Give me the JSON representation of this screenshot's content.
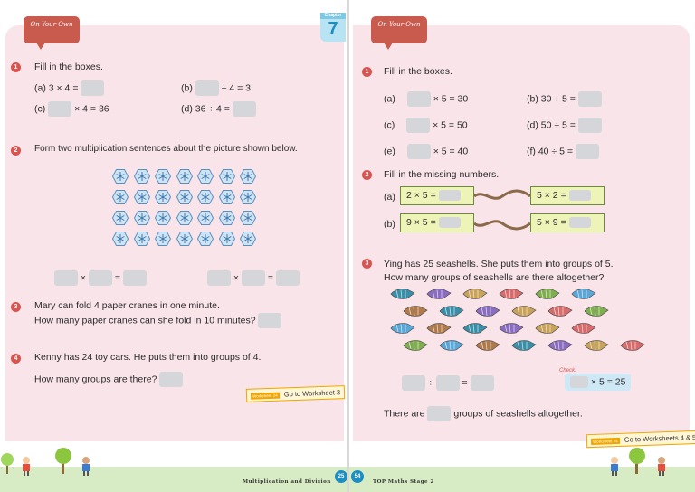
{
  "left_page": {
    "badge": "On Your Own",
    "chapter_tab": "7",
    "chapter_tab_label": "Chapter",
    "q1": {
      "number": "1",
      "instruction": "Fill in the boxes.",
      "a": {
        "pre": "(a) 3 × 4 =",
        "post": ""
      },
      "b": {
        "pre": "(b)",
        "post": "÷ 4 = 3"
      },
      "c": {
        "pre": "(c)",
        "post": "× 4 = 36"
      },
      "d": {
        "pre": "(d)   36 ÷ 4 =",
        "post": ""
      }
    },
    "q2": {
      "number": "2",
      "instruction": "Form two multiplication sentences about the picture shown below.",
      "rows": 4,
      "cols": 7
    },
    "sentence_ops": {
      "times": "×",
      "equals": "="
    },
    "q3": {
      "number": "3",
      "line1": "Mary can fold 4 paper cranes in one minute.",
      "line2": "How many paper cranes can she fold in 10 minutes?"
    },
    "q4": {
      "number": "4",
      "line1": "Kenny has 24 toy cars. He puts them into groups of 4.",
      "line2": "How many groups are there?"
    },
    "worksheet": {
      "tag": "Worksheet 24",
      "text": "Go to Worksheet 3"
    },
    "footer": "Multiplication and Division",
    "page_number": "25"
  },
  "right_page": {
    "badge": "On Your Own",
    "q1": {
      "number": "1",
      "instruction": "Fill in the boxes.",
      "a": {
        "pre": "(a)",
        "post": "× 5 = 30"
      },
      "b": {
        "pre": "(b)   30 ÷ 5 =",
        "post": ""
      },
      "c": {
        "pre": "(c)",
        "post": "× 5 = 50"
      },
      "d": {
        "pre": "(d)   50 ÷ 5 =",
        "post": ""
      },
      "e": {
        "pre": "(e)",
        "post": "× 5 = 40"
      },
      "f": {
        "pre": "(f)   40 ÷ 5 =",
        "post": ""
      }
    },
    "q2": {
      "number": "2",
      "instruction": "Fill in the missing numbers.",
      "a": {
        "label": "(a)",
        "left": "2 × 5 =",
        "right": "5 × 2 ="
      },
      "b": {
        "label": "(b)",
        "left": "9 × 5 =",
        "right": "5 × 9 ="
      }
    },
    "q3": {
      "number": "3",
      "line1": "Ying has 25 seashells. She puts them into groups of 5.",
      "line2": "How many groups of seashells are there altogether?",
      "division_ops": {
        "divide": "÷",
        "equals": "="
      },
      "check_label": "Check:",
      "check_text": "× 5 = 25",
      "answer_pre": "There are",
      "answer_post": "groups of seashells altogether."
    },
    "worksheet": {
      "tag": "Worksheet 24",
      "text": "Go to Worksheets 4 & 5"
    },
    "footer": "TOP Maths Stage 2",
    "page_number": "54"
  },
  "colors": {
    "pink": "#f9e4ea",
    "badge": "#c85a4e",
    "qnum": "#d9534f",
    "box": "#d4d6d9",
    "accent_blue": "#1e8dc0",
    "strip": "#eef3b8"
  }
}
